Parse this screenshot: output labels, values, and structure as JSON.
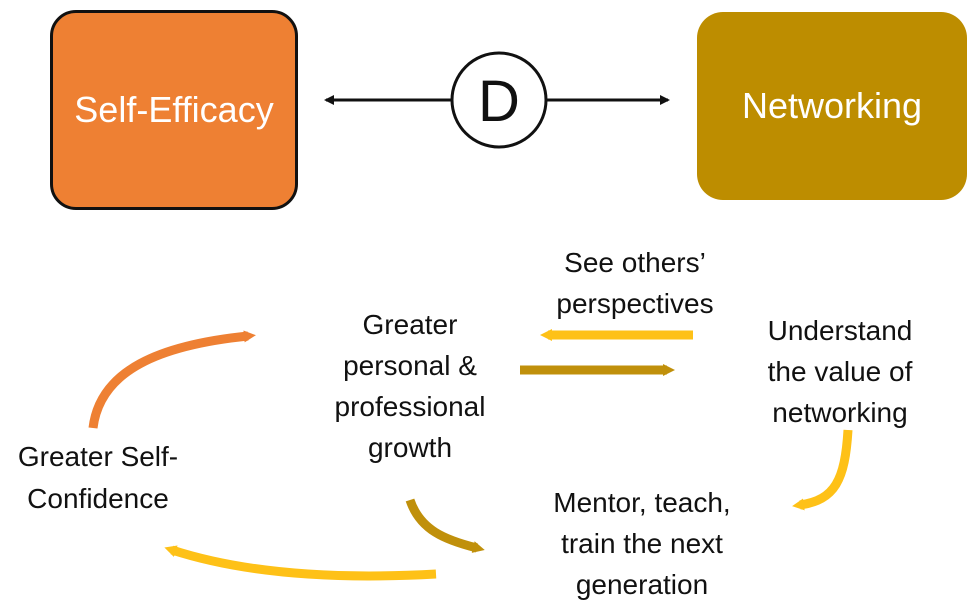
{
  "boxes": {
    "self_efficacy": "Self-Efficacy",
    "networking": "Networking",
    "connector_letter": "D"
  },
  "labels": {
    "growth": "Greater\npersonal &\nprofessional\ngrowth",
    "see_others": "See others’\nperspectives",
    "understand": "Understand\nthe value of\nnetworking",
    "mentor": "Mentor, teach,\ntrain the next\ngeneration",
    "confidence": "Greater Self-\nConfidence"
  },
  "colors": {
    "self_efficacy": "#ee8033",
    "networking": "#bd8d00",
    "arrow_yellow": "#fec117",
    "arrow_gold": "#c0900b",
    "arrow_orange": "#ee8033"
  }
}
